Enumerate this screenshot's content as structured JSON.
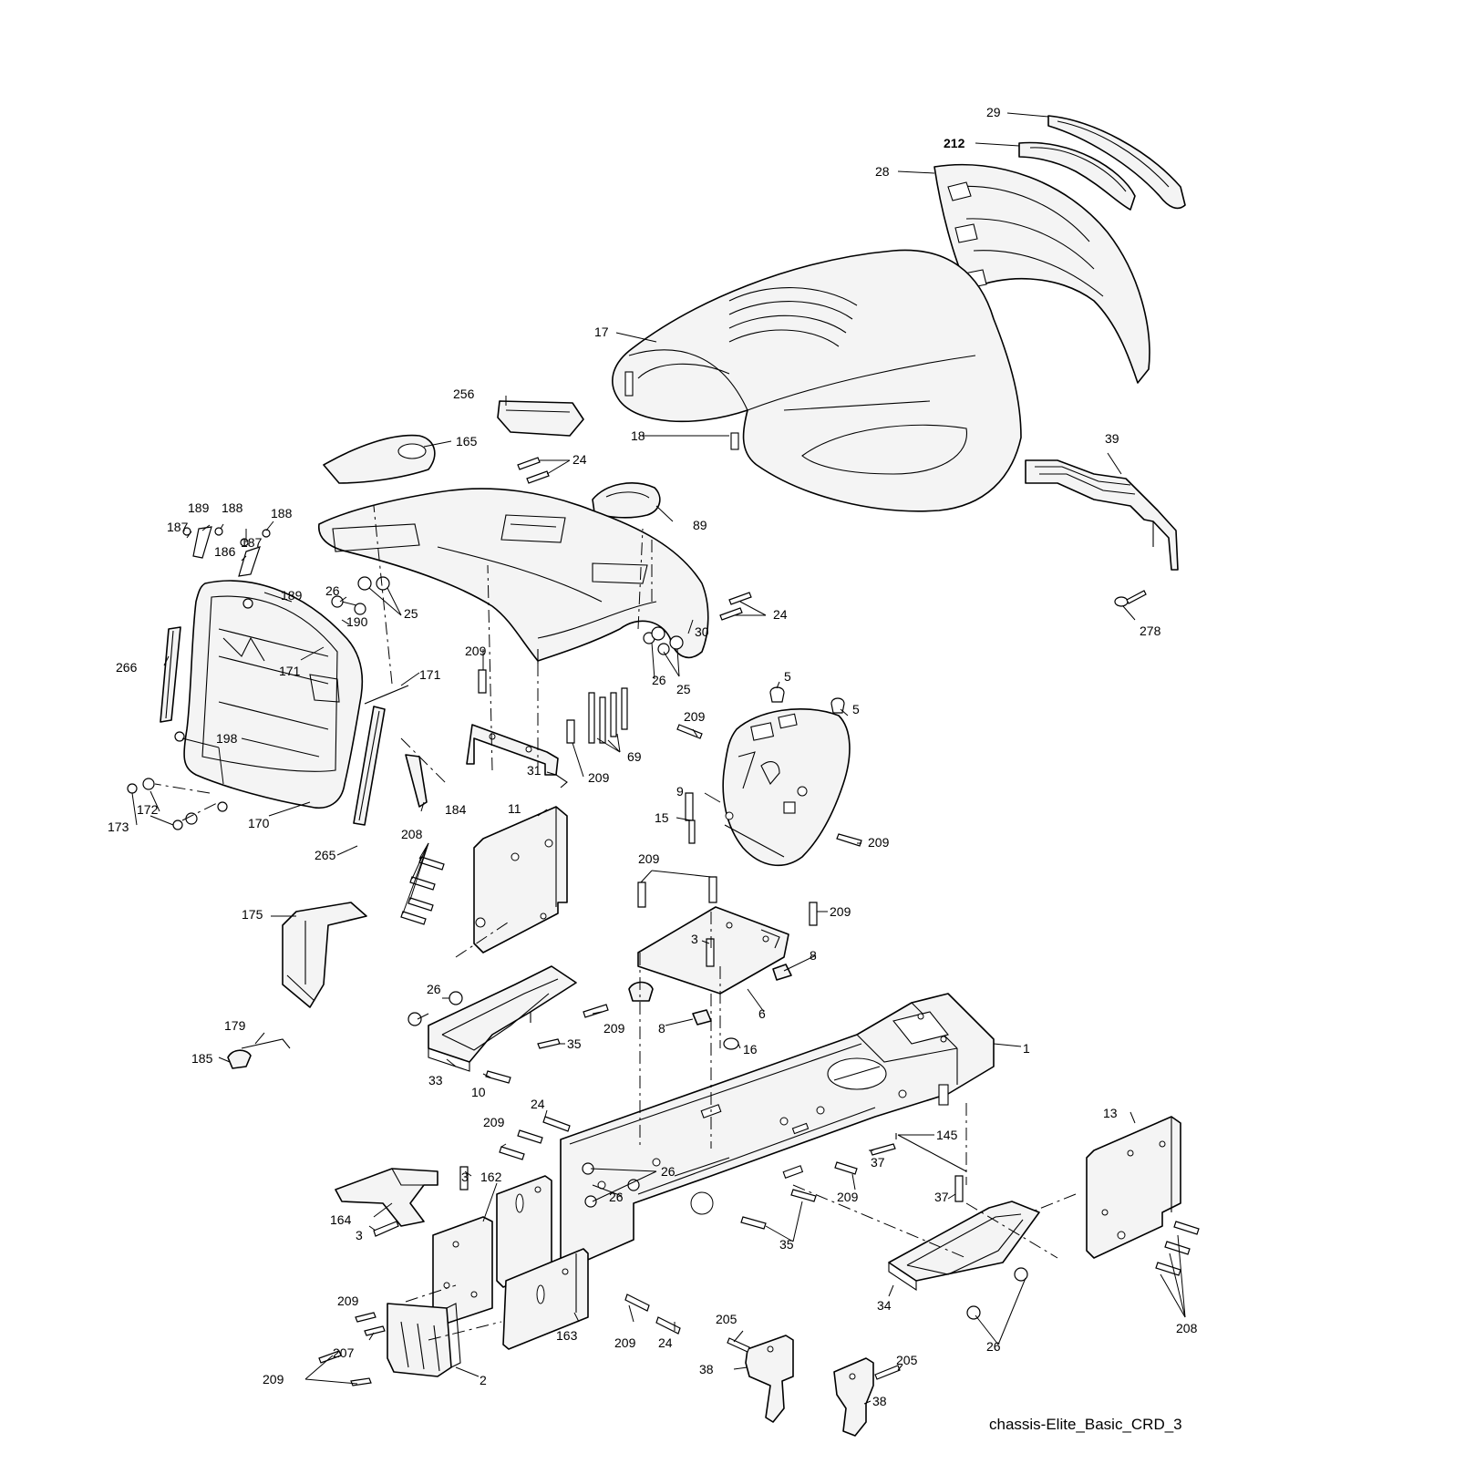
{
  "diagram": {
    "caption": "chassis-Elite_Basic_CRD_3",
    "callouts": [
      {
        "id": "c29",
        "text": "29"
      },
      {
        "id": "c212",
        "text": "212"
      },
      {
        "id": "c28",
        "text": "28"
      },
      {
        "id": "c17",
        "text": "17"
      },
      {
        "id": "c256",
        "text": "256"
      },
      {
        "id": "c18",
        "text": "18"
      },
      {
        "id": "c165",
        "text": "165"
      },
      {
        "id": "c24a",
        "text": "24"
      },
      {
        "id": "c89",
        "text": "89"
      },
      {
        "id": "c39",
        "text": "39"
      },
      {
        "id": "c189a",
        "text": "189"
      },
      {
        "id": "c188a",
        "text": "188"
      },
      {
        "id": "c187a",
        "text": "187"
      },
      {
        "id": "c188b",
        "text": "188"
      },
      {
        "id": "c187b",
        "text": "187"
      },
      {
        "id": "c186",
        "text": "186"
      },
      {
        "id": "c189b",
        "text": "189"
      },
      {
        "id": "c26a",
        "text": "26"
      },
      {
        "id": "c25a",
        "text": "25"
      },
      {
        "id": "c30",
        "text": "30"
      },
      {
        "id": "c24b",
        "text": "24"
      },
      {
        "id": "c278",
        "text": "278"
      },
      {
        "id": "c190",
        "text": "190"
      },
      {
        "id": "c266",
        "text": "266"
      },
      {
        "id": "c171a",
        "text": "171"
      },
      {
        "id": "c171b",
        "text": "171"
      },
      {
        "id": "c209a",
        "text": "209"
      },
      {
        "id": "c26b",
        "text": "26"
      },
      {
        "id": "c25b",
        "text": "25"
      },
      {
        "id": "c5a",
        "text": "5"
      },
      {
        "id": "c5b",
        "text": "5"
      },
      {
        "id": "c69",
        "text": "69"
      },
      {
        "id": "c209b",
        "text": "209"
      },
      {
        "id": "c198",
        "text": "198"
      },
      {
        "id": "c31",
        "text": "31"
      },
      {
        "id": "c209c",
        "text": "209"
      },
      {
        "id": "c9",
        "text": "9"
      },
      {
        "id": "c172",
        "text": "172"
      },
      {
        "id": "c173",
        "text": "173"
      },
      {
        "id": "c170",
        "text": "170"
      },
      {
        "id": "c184",
        "text": "184"
      },
      {
        "id": "c11",
        "text": "11"
      },
      {
        "id": "c15",
        "text": "15"
      },
      {
        "id": "c209d",
        "text": "209"
      },
      {
        "id": "c265",
        "text": "265"
      },
      {
        "id": "c208a",
        "text": "208"
      },
      {
        "id": "c209e",
        "text": "209"
      },
      {
        "id": "c175",
        "text": "175"
      },
      {
        "id": "c209f",
        "text": "209"
      },
      {
        "id": "c3a",
        "text": "3"
      },
      {
        "id": "c8a",
        "text": "8"
      },
      {
        "id": "c26c",
        "text": "26"
      },
      {
        "id": "c6",
        "text": "6"
      },
      {
        "id": "c209g",
        "text": "209"
      },
      {
        "id": "c8b",
        "text": "8"
      },
      {
        "id": "c179",
        "text": "179"
      },
      {
        "id": "c16",
        "text": "16"
      },
      {
        "id": "c35a",
        "text": "35"
      },
      {
        "id": "c1",
        "text": "1"
      },
      {
        "id": "c185",
        "text": "185"
      },
      {
        "id": "c33",
        "text": "33"
      },
      {
        "id": "c10",
        "text": "10"
      },
      {
        "id": "c24c",
        "text": "24"
      },
      {
        "id": "c209h",
        "text": "209"
      },
      {
        "id": "c13",
        "text": "13"
      },
      {
        "id": "c145",
        "text": "145"
      },
      {
        "id": "c37a",
        "text": "37"
      },
      {
        "id": "c26d",
        "text": "26"
      },
      {
        "id": "c3b",
        "text": "3"
      },
      {
        "id": "c162",
        "text": "162"
      },
      {
        "id": "c26e",
        "text": "26"
      },
      {
        "id": "c209i",
        "text": "209"
      },
      {
        "id": "c37b",
        "text": "37"
      },
      {
        "id": "c164",
        "text": "164"
      },
      {
        "id": "c3c",
        "text": "3"
      },
      {
        "id": "c35b",
        "text": "35"
      },
      {
        "id": "c34",
        "text": "34"
      },
      {
        "id": "c209j",
        "text": "209"
      },
      {
        "id": "c163",
        "text": "163"
      },
      {
        "id": "c209k",
        "text": "209"
      },
      {
        "id": "c24d",
        "text": "24"
      },
      {
        "id": "c208b",
        "text": "208"
      },
      {
        "id": "c207",
        "text": "207"
      },
      {
        "id": "c205a",
        "text": "205"
      },
      {
        "id": "c26f",
        "text": "26"
      },
      {
        "id": "c209l",
        "text": "209"
      },
      {
        "id": "c2",
        "text": "2"
      },
      {
        "id": "c38a",
        "text": "38"
      },
      {
        "id": "c205b",
        "text": "205"
      },
      {
        "id": "c38b",
        "text": "38"
      }
    ]
  }
}
